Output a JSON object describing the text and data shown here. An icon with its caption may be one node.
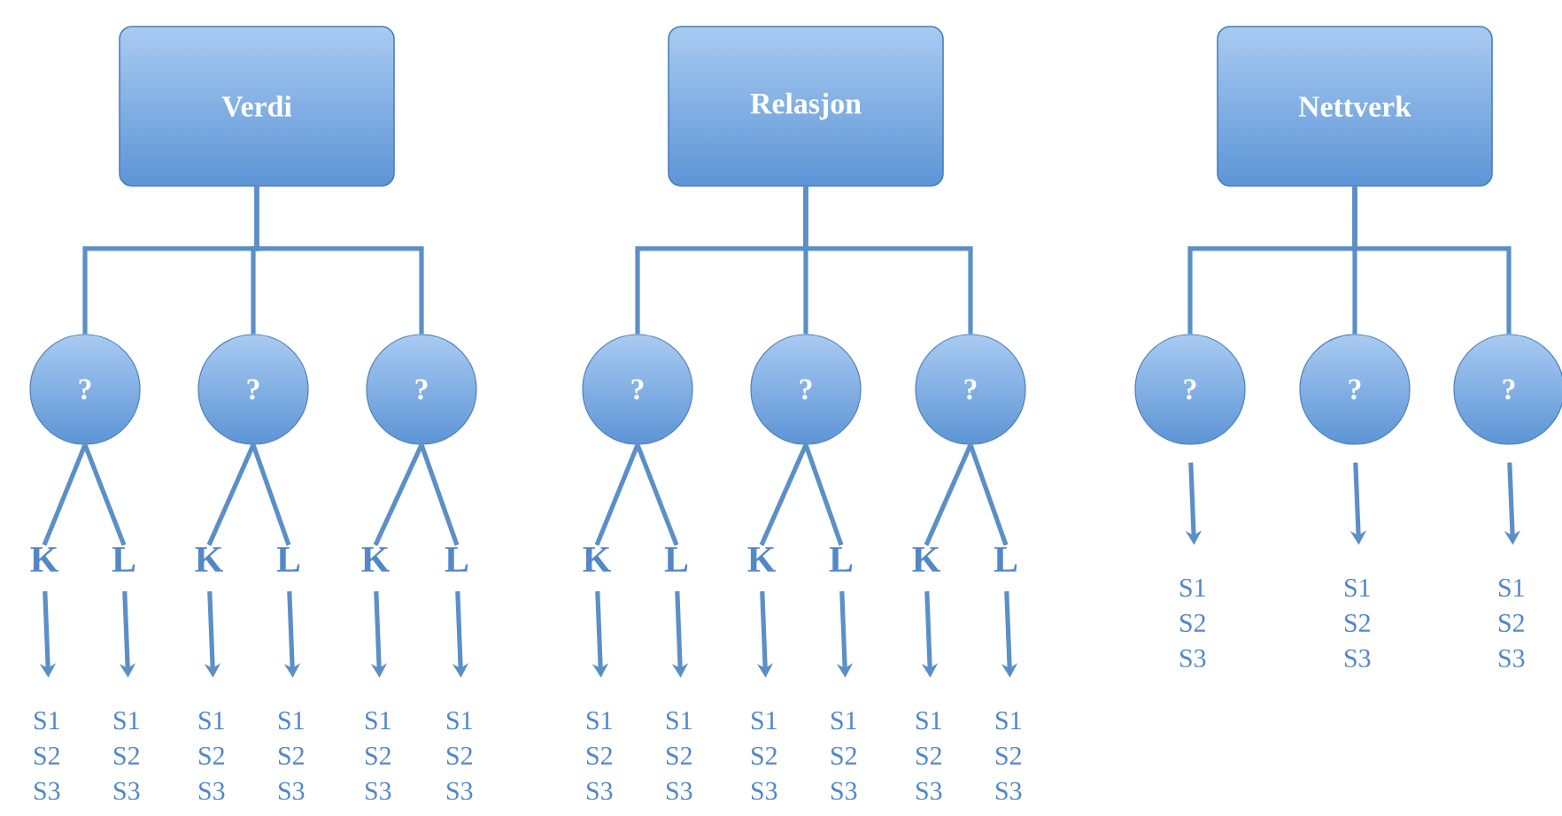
{
  "diagram": {
    "nodes": [
      {
        "text": [
          "Verdi"
        ]
      },
      {
        "text": [
          "Relasjon"
        ]
      },
      {
        "text": [
          "Nettverk"
        ]
      },
      {
        "text": [
          "?"
        ]
      },
      {
        "text": [
          "?"
        ]
      },
      {
        "text": [
          "?"
        ]
      },
      {
        "text": [
          "?"
        ]
      },
      {
        "text": [
          "?"
        ]
      },
      {
        "text": [
          "?"
        ]
      },
      {
        "text": [
          "?"
        ]
      },
      {
        "text": [
          "?"
        ]
      },
      {
        "text": [
          "?"
        ]
      },
      {
        "text": [
          "K"
        ]
      },
      {
        "text": [
          "L"
        ]
      },
      {
        "text": [
          "K"
        ]
      },
      {
        "text": [
          "L"
        ]
      },
      {
        "text": [
          "K"
        ]
      },
      {
        "text": [
          "L"
        ]
      },
      {
        "text": [
          "K"
        ]
      },
      {
        "text": [
          "L"
        ]
      },
      {
        "text": [
          "K"
        ]
      },
      {
        "text": [
          "L"
        ]
      },
      {
        "text": [
          "K"
        ]
      },
      {
        "text": [
          "L"
        ]
      },
      {
        "text": [
          "S1 S2 S3"
        ]
      },
      {
        "text": [
          "S1 S2 S3"
        ]
      },
      {
        "text": [
          "S1 S2 S3"
        ]
      },
      {
        "text": [
          "S1 S2 S3"
        ]
      },
      {
        "text": [
          "S1 S2 S3"
        ]
      },
      {
        "text": [
          "S1 S2 S3"
        ]
      },
      {
        "text": [
          "S1 S2 S3"
        ]
      },
      {
        "text": [
          "S1 S2 S3"
        ]
      },
      {
        "text": [
          "S1 S2 S3"
        ]
      },
      {
        "text": [
          "S1 S2 S3"
        ]
      },
      {
        "text": [
          "S1 S2 S3"
        ]
      },
      {
        "text": [
          "S1 S2 S3"
        ]
      },
      {
        "text": [
          "S1 S2 S3"
        ]
      },
      {
        "text": [
          "S1 S2 S3"
        ]
      },
      {
        "text": [
          "S1 S2 S3"
        ]
      }
    ],
    "edges": [
      {
        "from": 0,
        "to": 3,
        "arrow": "none"
      },
      {
        "from": 0,
        "to": 4,
        "arrow": "none"
      },
      {
        "from": 0,
        "to": 5,
        "arrow": "none"
      },
      {
        "from": 1,
        "to": 6,
        "arrow": "none"
      },
      {
        "from": 1,
        "to": 7,
        "arrow": "none"
      },
      {
        "from": 1,
        "to": 8,
        "arrow": "none"
      },
      {
        "from": 2,
        "to": 9,
        "arrow": "none"
      },
      {
        "from": 2,
        "to": 10,
        "arrow": "none"
      },
      {
        "from": 2,
        "to": 11,
        "arrow": "none"
      },
      {
        "from": 3,
        "to": 12,
        "arrow": "none"
      },
      {
        "from": 3,
        "to": 13,
        "arrow": "none"
      },
      {
        "from": 4,
        "to": 14,
        "arrow": "none"
      },
      {
        "from": 4,
        "to": 15,
        "arrow": "none"
      },
      {
        "from": 5,
        "to": 16,
        "arrow": "none"
      },
      {
        "from": 5,
        "to": 17,
        "arrow": "none"
      },
      {
        "from": 6,
        "to": 18,
        "arrow": "none"
      },
      {
        "from": 6,
        "to": 19,
        "arrow": "none"
      },
      {
        "from": 7,
        "to": 20,
        "arrow": "none"
      },
      {
        "from": 7,
        "to": 21,
        "arrow": "none"
      },
      {
        "from": 8,
        "to": 22,
        "arrow": "none"
      },
      {
        "from": 8,
        "to": 23,
        "arrow": "none"
      },
      {
        "from": 12,
        "to": 24,
        "arrow": "to"
      },
      {
        "from": 13,
        "to": 25,
        "arrow": "to"
      },
      {
        "from": 14,
        "to": 26,
        "arrow": "to"
      },
      {
        "from": 15,
        "to": 27,
        "arrow": "to"
      },
      {
        "from": 16,
        "to": 28,
        "arrow": "to"
      },
      {
        "from": 17,
        "to": 29,
        "arrow": "to"
      },
      {
        "from": 18,
        "to": 30,
        "arrow": "to"
      },
      {
        "from": 19,
        "to": 31,
        "arrow": "to"
      },
      {
        "from": 20,
        "to": 32,
        "arrow": "to"
      },
      {
        "from": 21,
        "to": 33,
        "arrow": "to"
      },
      {
        "from": 22,
        "to": 34,
        "arrow": "to"
      },
      {
        "from": 23,
        "to": 35,
        "arrow": "to"
      },
      {
        "from": 9,
        "to": 36,
        "arrow": "to"
      },
      {
        "from": 10,
        "to": 37,
        "arrow": "to"
      },
      {
        "from": 11,
        "to": 38,
        "arrow": "to"
      }
    ]
  }
}
